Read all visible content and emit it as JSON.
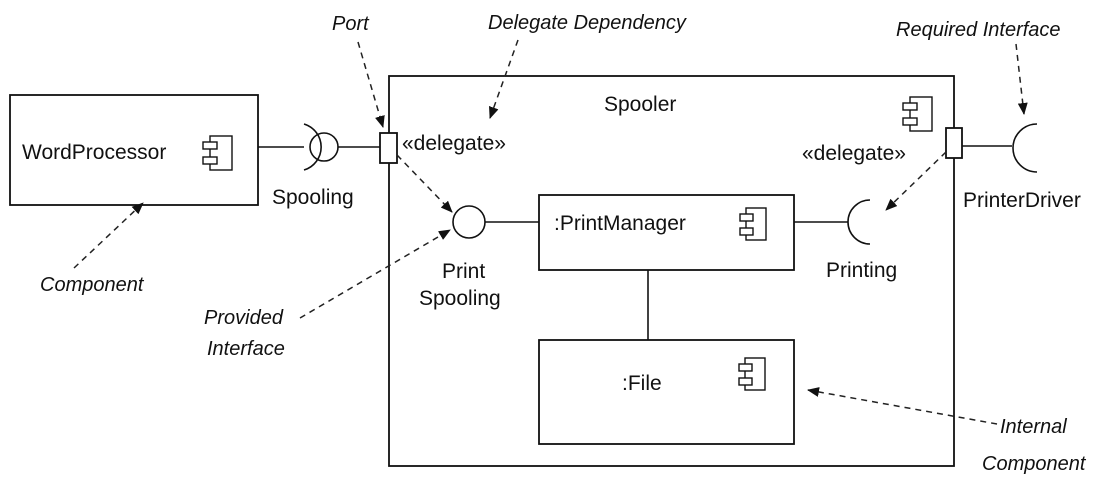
{
  "components": {
    "wordprocessor": "WordProcessor",
    "spooler": "Spooler",
    "printmanager": ":PrintManager",
    "file": ":File"
  },
  "interfaces": {
    "spooling": "Spooling",
    "print_spooling": [
      "Print",
      "Spooling"
    ],
    "printing": "Printing",
    "printerdriver": "PrinterDriver"
  },
  "stereotypes": {
    "delegate_left": "«delegate»",
    "delegate_right": "«delegate»"
  },
  "annotations": {
    "port": "Port",
    "delegate_dependency": "Delegate Dependency",
    "required_interface": "Required Interface",
    "component": "Component",
    "provided_interface": [
      "Provided",
      "Interface"
    ],
    "internal_component": [
      "Internal",
      "Component"
    ]
  },
  "colors": {
    "ink": "#111111",
    "background": "#ffffff"
  }
}
